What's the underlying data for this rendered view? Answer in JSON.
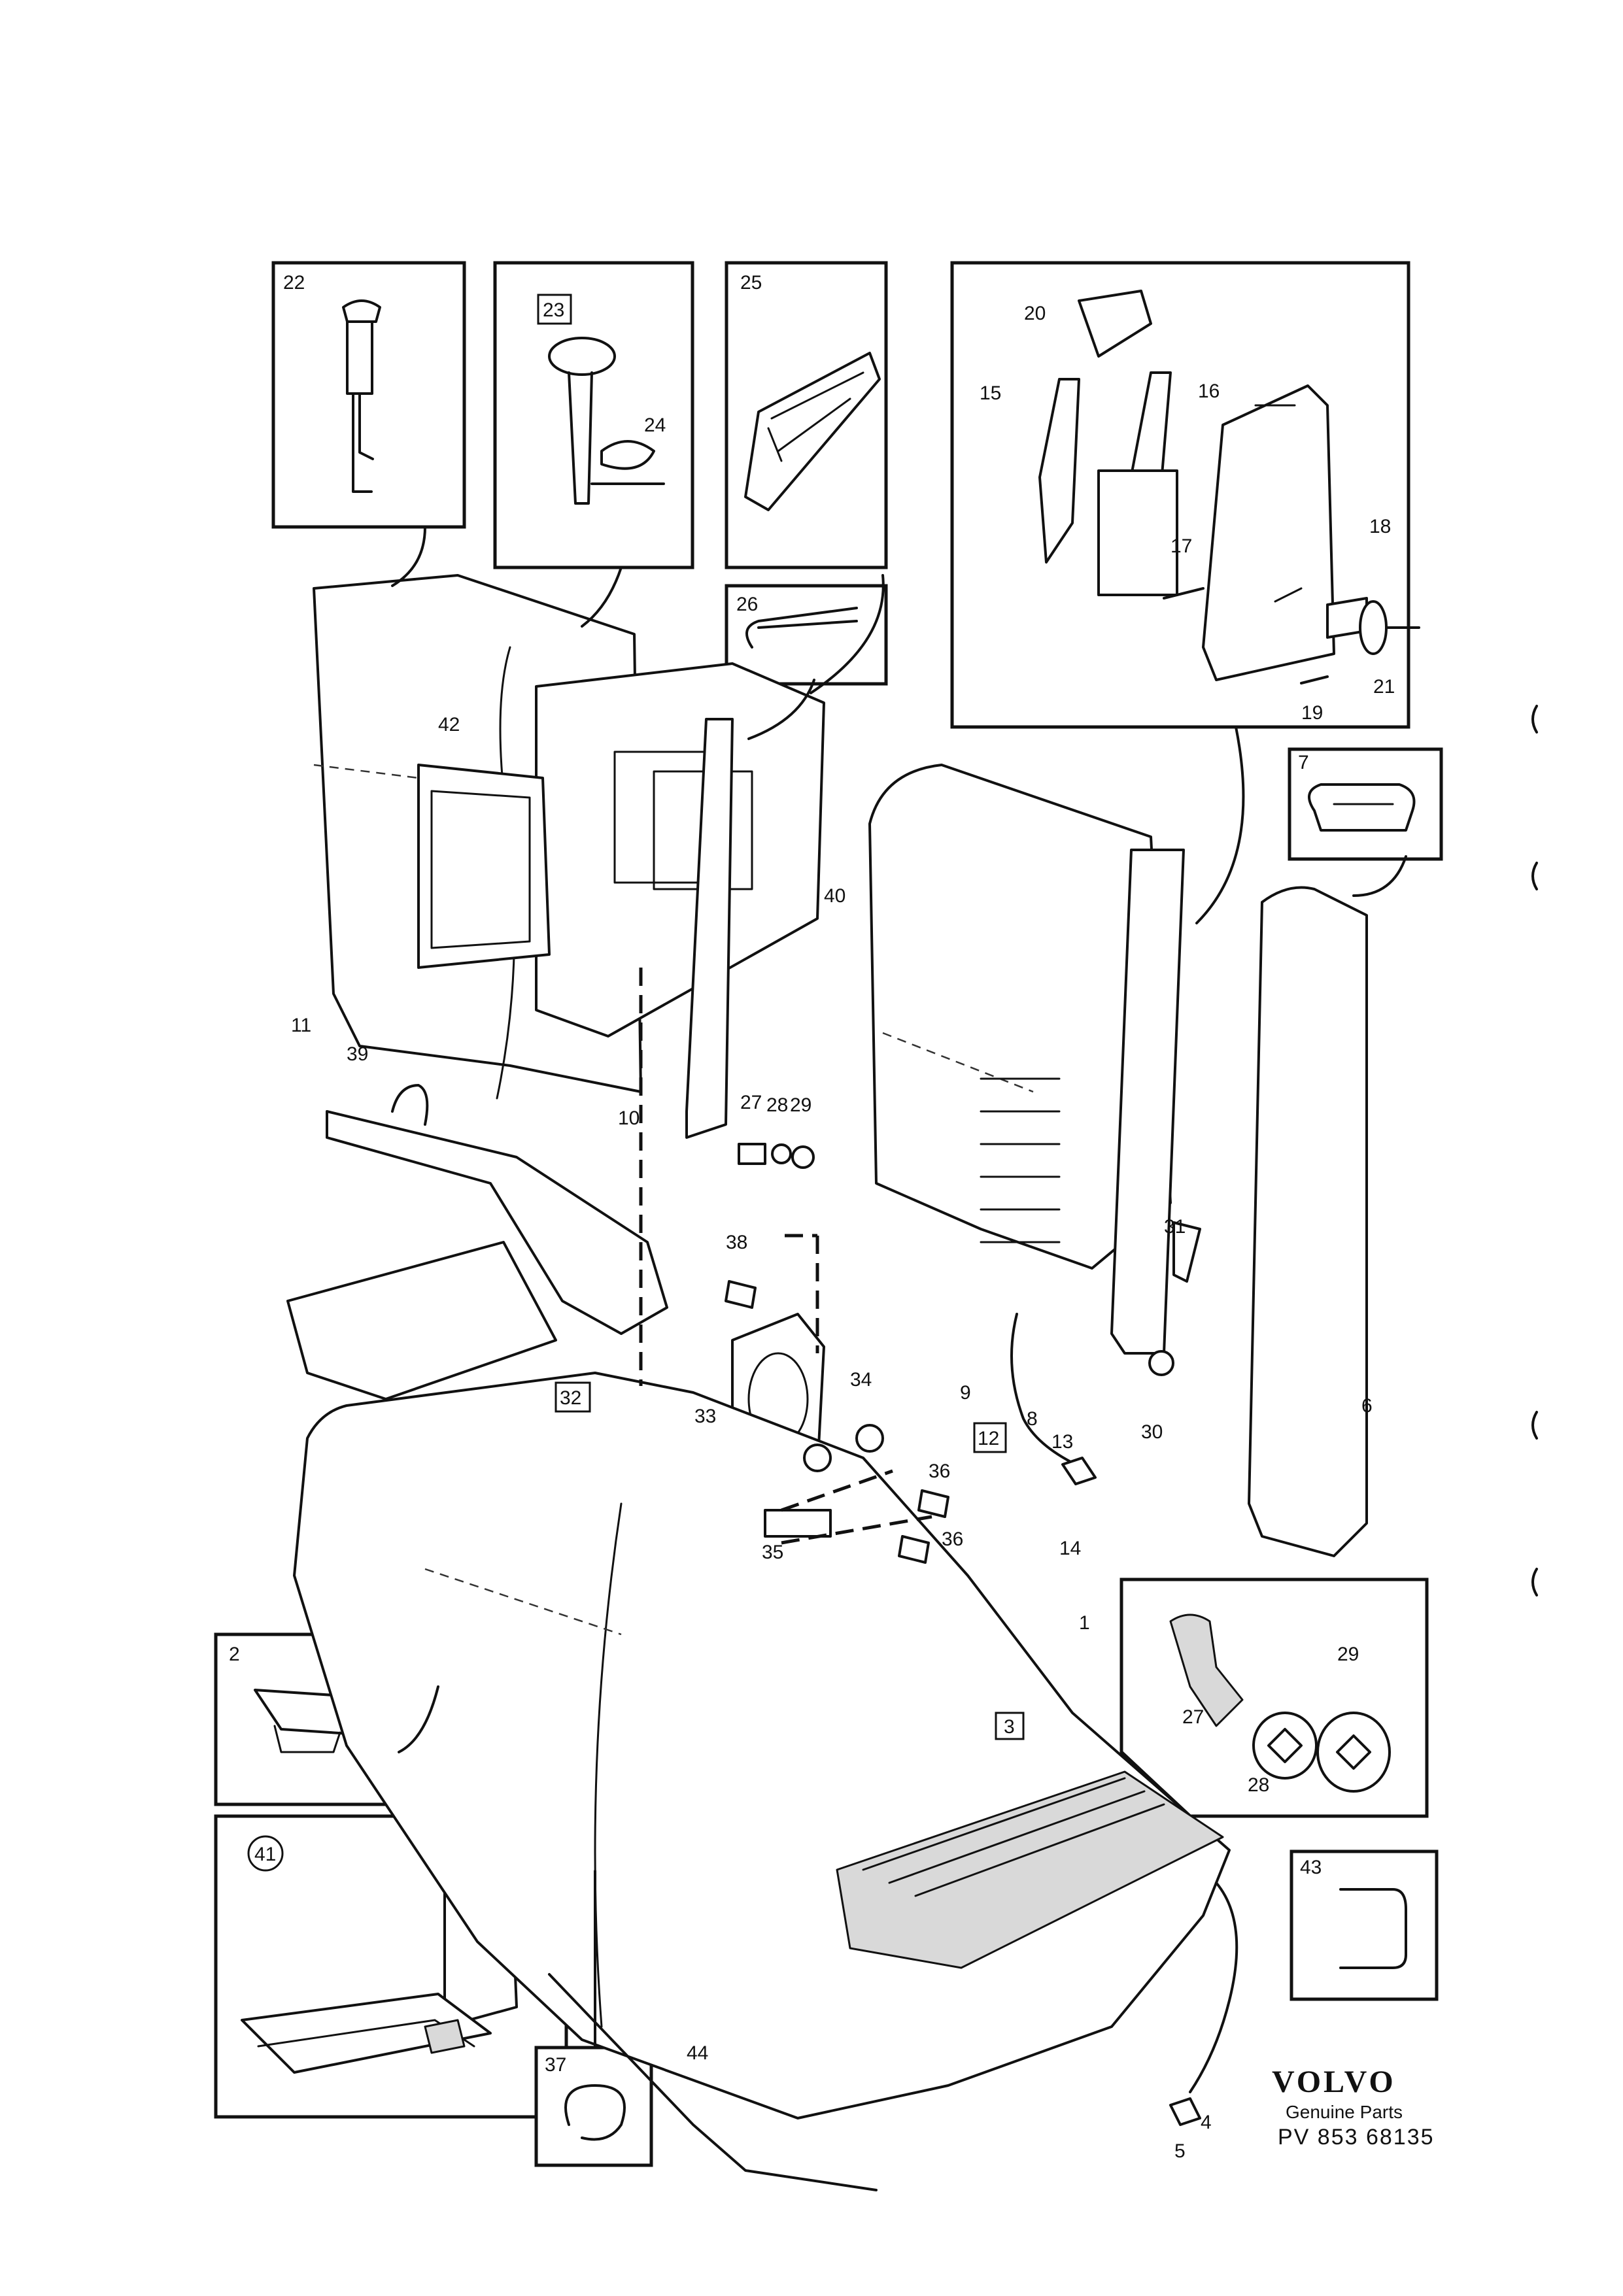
{
  "labels": {
    "l1": "1",
    "l2": "2",
    "l3": "3",
    "l4": "4",
    "l5": "5",
    "l6": "6",
    "l7": "7",
    "l8": "8",
    "l9": "9",
    "l10": "10",
    "l11": "11",
    "l12": "12",
    "l13": "13",
    "l14": "14",
    "l15": "15",
    "l16": "16",
    "l17": "17",
    "l18": "18",
    "l19": "19",
    "l20": "20",
    "l21": "21",
    "l22": "22",
    "l23": "23",
    "l24": "24",
    "l25": "25",
    "l26": "26",
    "l27": "27",
    "l27b": "27",
    "l28": "28",
    "l28b": "28",
    "l29": "29",
    "l29b": "29",
    "l30": "30",
    "l31": "31",
    "l32": "32",
    "l33": "33",
    "l34": "34",
    "l35": "35",
    "l36": "36",
    "l36b": "36",
    "l37": "37",
    "l38": "38",
    "l39": "39",
    "l40": "40",
    "l41": "41",
    "l42": "42",
    "l43": "43",
    "l44": "44"
  },
  "brand": {
    "name": "VOLVO",
    "tagline": "Genuine Parts",
    "code": "PV 853 68135"
  }
}
